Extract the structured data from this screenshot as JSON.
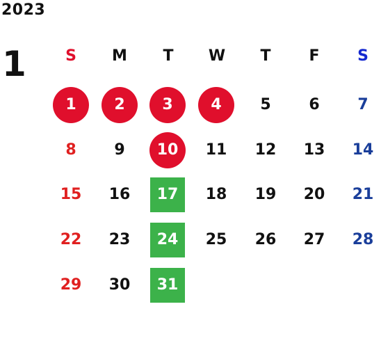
{
  "calendar": {
    "year": "2023",
    "month": "1",
    "weekdays": [
      "S",
      "M",
      "T",
      "W",
      "T",
      "F",
      "S"
    ],
    "colors": {
      "sunday": "#e02020",
      "saturday": "#1a3e9a",
      "weekday": "#111111",
      "holiday_circle": "#e00f2c",
      "event_square": "#3cb24a",
      "header_sunday": "#e00f2c",
      "header_saturday": "#1428d0"
    },
    "weeks": [
      [
        {
          "d": "1",
          "mark": "holiday"
        },
        {
          "d": "2",
          "mark": "holiday"
        },
        {
          "d": "3",
          "mark": "holiday"
        },
        {
          "d": "4",
          "mark": "holiday"
        },
        {
          "d": "5",
          "mark": ""
        },
        {
          "d": "6",
          "mark": ""
        },
        {
          "d": "7",
          "mark": ""
        }
      ],
      [
        {
          "d": "8",
          "mark": ""
        },
        {
          "d": "9",
          "mark": ""
        },
        {
          "d": "10",
          "mark": "holiday"
        },
        {
          "d": "11",
          "mark": ""
        },
        {
          "d": "12",
          "mark": ""
        },
        {
          "d": "13",
          "mark": ""
        },
        {
          "d": "14",
          "mark": ""
        }
      ],
      [
        {
          "d": "15",
          "mark": ""
        },
        {
          "d": "16",
          "mark": ""
        },
        {
          "d": "17",
          "mark": "event"
        },
        {
          "d": "18",
          "mark": ""
        },
        {
          "d": "19",
          "mark": ""
        },
        {
          "d": "20",
          "mark": ""
        },
        {
          "d": "21",
          "mark": ""
        }
      ],
      [
        {
          "d": "22",
          "mark": ""
        },
        {
          "d": "23",
          "mark": ""
        },
        {
          "d": "24",
          "mark": "event"
        },
        {
          "d": "25",
          "mark": ""
        },
        {
          "d": "26",
          "mark": ""
        },
        {
          "d": "27",
          "mark": ""
        },
        {
          "d": "28",
          "mark": ""
        }
      ],
      [
        {
          "d": "29",
          "mark": ""
        },
        {
          "d": "30",
          "mark": ""
        },
        {
          "d": "31",
          "mark": "event"
        }
      ]
    ]
  }
}
